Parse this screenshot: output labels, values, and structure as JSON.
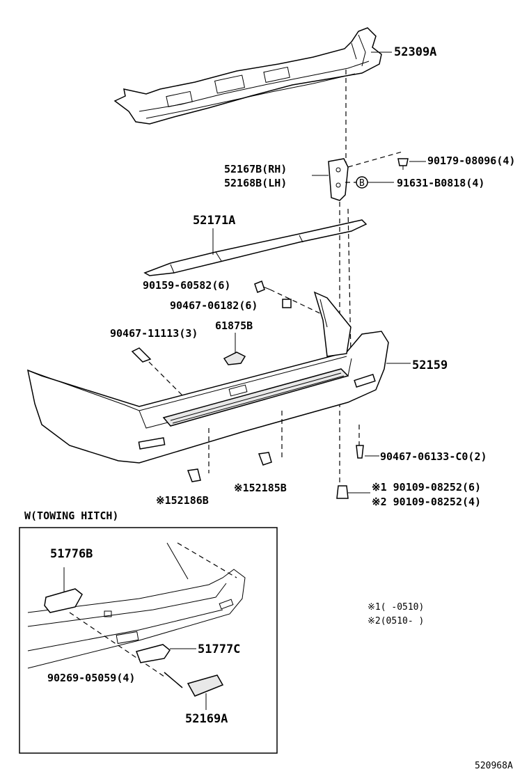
{
  "labels": {
    "p52309a": "52309A",
    "p52167b": "52167B(RH)",
    "p52168b": "52168B(LH)",
    "p90179": "90179-08096(4)",
    "p91631": "91631-B0818(4)",
    "circle_b": "B",
    "p52171a": "52171A",
    "p90159": "90159-60582(6)",
    "p90467_06182": "90467-06182(6)",
    "p90467_11113": "90467-11113(3)",
    "p61875b": "61875B",
    "p52159": "52159",
    "p90467_06133": "90467-06133-C0(2)",
    "p52185b": "※152185B",
    "p52186b": "※152186B",
    "p90109_6": "※1 90109-08252(6)",
    "p90109_4": "※2 90109-08252(4)",
    "towing_title": "W(TOWING HITCH)",
    "p51776b": "51776B",
    "p51777c": "51777C",
    "p90269": "90269-05059(4)",
    "p52169a": "52169A",
    "note1": "※1(    -0510)",
    "note2": "※2(0510-    )",
    "diagram_code": "520968A"
  }
}
